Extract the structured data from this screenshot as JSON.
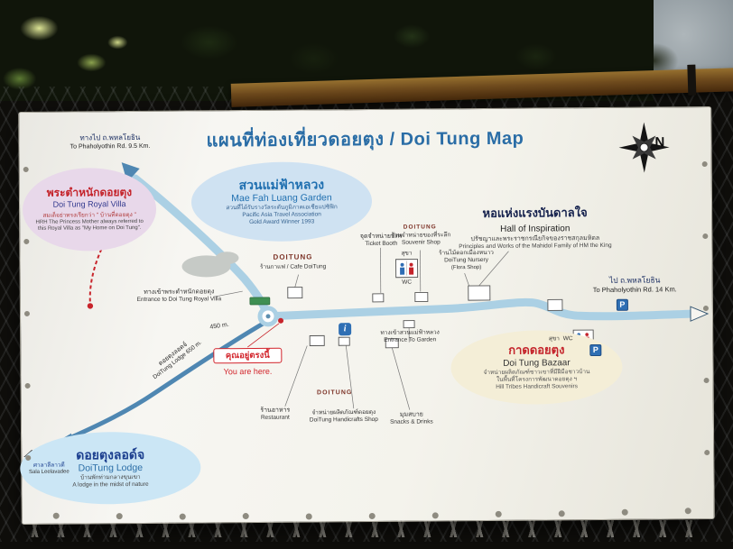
{
  "scene": {
    "description": "Photograph of the Doi Tung tourist map signboard mounted on a fence beam"
  },
  "board": {
    "title": "แผนที่ท่องเที่ยวดอยตุง / Doi Tung Map",
    "compass_n": "N"
  },
  "signs": {
    "top_left": {
      "th": "ทางไป ถ.พหลโยธิน",
      "en": "To Phaholyothin Rd. 9.5 Km."
    },
    "right": {
      "th": "ไป ถ.พหลโยธิน",
      "en": "To Phaholyothin Rd. 14 Km."
    }
  },
  "places": {
    "royal_villa": {
      "th": "พระตำหนักดอยตุง",
      "en": "Doi Tung Royal Villa",
      "desc_th": "สมเด็จย่าทรงเรียกว่า \" บ้านที่ดอยตุง \"",
      "desc_en1": "HRH The Princess Mother always referred to",
      "desc_en2": "this Royal Villa as \"My Home on Doi Tung\"."
    },
    "garden": {
      "th": "สวนแม่ฟ้าหลวง",
      "en": "Mae Fah Luang Garden",
      "desc_th": "สวนที่ได้รับรางวัลระดับภูมิภาคเอเชียแปซิฟิก",
      "desc_en1": "Pacific Asia Travel Association",
      "desc_en2": "Gold Award Winner 1993"
    },
    "hall": {
      "th": "หอแห่งแรงบันดาลใจ",
      "en": "Hall of Inspiration",
      "desc_th": "ปรัชญาและพระราชกรณียกิจของราชสกุลมหิดล",
      "desc_en": "Principles and Works of the Mahidol Family of HM the King"
    },
    "bazaar": {
      "th": "กาดดอยตุง",
      "en": "Doi Tung Bazaar",
      "desc_th1": "จำหน่ายผลิตภัณฑ์ชาวเขาที่มีฝีมือชาวบ้าน",
      "desc_th2": "ในพื้นที่โครงการพัฒนาดอยตุง ฯ",
      "desc_en": "Hill Tribes Handicraft Souvenirs"
    },
    "lodge": {
      "th": "ดอยตุงลอด์จ",
      "en": "DoiTung Lodge",
      "desc_th": "บ้านพักท่ามกลางขุนเขา",
      "desc_en": "A lodge in the midst of nature"
    }
  },
  "you_are_here": {
    "th": "คุณอยู่ตรงนี้",
    "en": "You are here."
  },
  "labels": {
    "brand": "DOITUNG",
    "cafe": "ร้านกาแฟ / Cafe DoiTung",
    "entrance_villa_th": "ทางเข้าพระตำหนักดอยตุง",
    "entrance_villa_en": "Entrance to Doi Tung Royal Villa",
    "entrance_garden_th": "ทางเข้าสวนแม่ฟ้าหลวง",
    "entrance_garden_en": "Entrance To Garden",
    "ticket_th": "จุดจำหน่ายบัตร",
    "ticket_en": "Ticket Booth",
    "souvenir_th": "ร้านจำหน่ายของที่ระลึก",
    "souvenir_en": "Souvenir Shop",
    "nursery_th": "ร้านไม้ดอกเมืองหนาว",
    "nursery_en1": "DoiTung Nursery",
    "nursery_en2": "(Flora Shop)",
    "restaurant_th": "ร้านอาหาร",
    "restaurant_en": "Restaurant",
    "handicrafts_th": "จำหน่ายผลิตภัณฑ์ดอยตุง",
    "handicrafts_en": "DoiTung Handicrafts Shop",
    "snacks_th": "มุมสบาย",
    "snacks_en": "Snacks & Drinks",
    "wc_th": "สุขา",
    "wc_en": "WC",
    "parking": "P",
    "info": "i",
    "dist_450": "450 m.",
    "lodge_road_th": "ดอยตุงลอดจ์",
    "lodge_road_en": "DoiTung Lodge 650 m.",
    "sala_th": "ศาลาลีลาวดี",
    "sala_en": "Sala Leelavadee"
  },
  "colors": {
    "title_blue": "#2a6da6",
    "accent_red": "#c4232a",
    "navy": "#1c3f8f",
    "road_light_blue": "#abd0e4",
    "lodge_road_blue": "#4f87b2",
    "villa_bubble": "#e8d8ea",
    "garden_bubble": "#cfe2f2",
    "bazaar_bubble": "#f4eed7",
    "lodge_bubble": "#cbe6f5",
    "parking_blue": "#2f6fb4"
  }
}
